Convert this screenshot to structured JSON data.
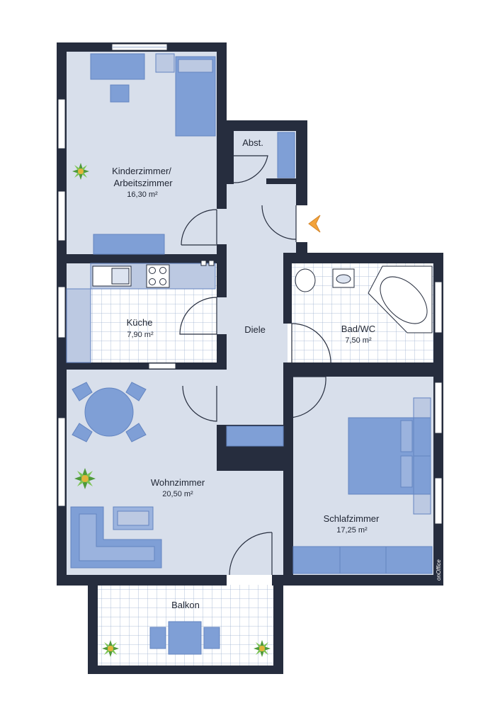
{
  "rooms": {
    "kinderzimmer": {
      "name_line1": "Kinderzimmer/",
      "name_line2": "Arbeitszimmer",
      "area": "16,30 m²"
    },
    "abstell": {
      "name": "Abst."
    },
    "kueche": {
      "name": "Küche",
      "area": "7,90 m²"
    },
    "diele": {
      "name": "Diele"
    },
    "bad": {
      "name": "Bad/WC",
      "area": "7,50 m²"
    },
    "wohnzimmer": {
      "name": "Wohnzimmer",
      "area": "20,50 m²"
    },
    "schlafzimmer": {
      "name": "Schlafzimmer",
      "area": "17,25 m²"
    },
    "balkon": {
      "name": "Balkon"
    }
  },
  "brand": "onOffice",
  "colors": {
    "wall": "#262d3e",
    "floor": "#d8dfeb",
    "furniture": "#7f9fd6",
    "furniture_dark": "#6384c0",
    "tile_line": "#9db0cf",
    "entrance_arrow": "#f3a33b"
  }
}
